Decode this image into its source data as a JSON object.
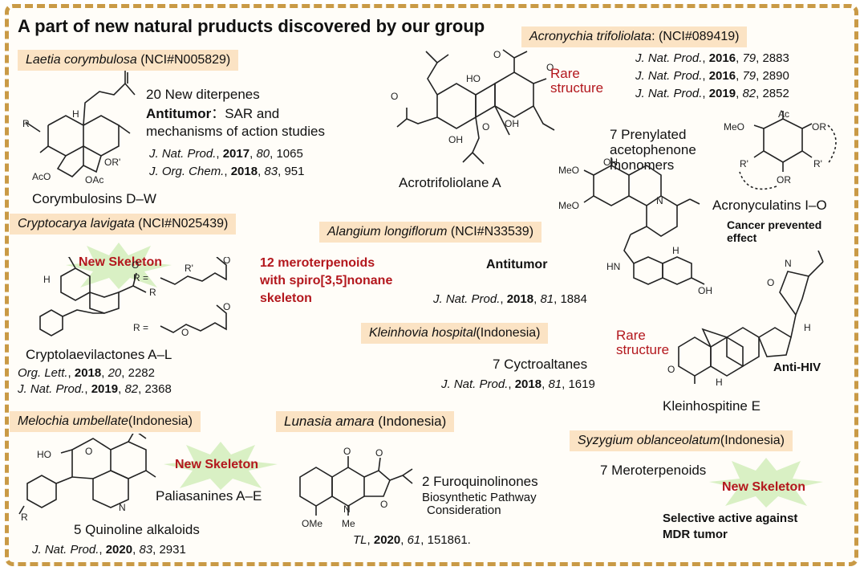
{
  "title": "A part of new natural pruducts discovered by our group",
  "sections": {
    "laetia": {
      "species": "Laetia corymbulosa",
      "nci": "(NCI#N005829)",
      "desc1": "20 New diterpenes",
      "antitumor": "Antitumor",
      "desc2": "：SAR and",
      "desc3": "mechanisms of action studies",
      "ref1": {
        "journal": "J. Nat. Prod.",
        "year": "2017",
        "vol": "80",
        "page": "1065"
      },
      "ref2": {
        "journal": "J. Org. Chem.",
        "year": "2018",
        "vol": "83",
        "page": "951"
      },
      "compound": "Corymbulosins D–W"
    },
    "acronychia": {
      "species": "Acronychia trifoliolata",
      "nci": ": (NCI#089419)",
      "rare": "Rare",
      "structure": "structure",
      "compound": "Acrotrifoliolane A",
      "ref1": {
        "journal": "J. Nat. Prod.",
        "year": "2016",
        "vol": "79",
        "page": "2883"
      },
      "ref2": {
        "journal": "J. Nat. Prod.",
        "year": "2016",
        "vol": "79",
        "page": "2890"
      },
      "ref3": {
        "journal": "J. Nat. Prod.",
        "year": "2019",
        "vol": "82",
        "page": "2852"
      },
      "monomers1": "7 Prenylated",
      "monomers2": "acetophenone",
      "monomers3": "monomers",
      "compound2": "Acronyculatins I–O",
      "effect1": "Cancer prevented",
      "effect2": "effect"
    },
    "cryptocarya": {
      "species": "Cryptocarya lavigata",
      "nci": "(NCI#N025439)",
      "new_skeleton": "New Skeleton",
      "desc1": "12 meroterpenoids",
      "desc2": "with spiro[3,5]nonane",
      "desc3": "skeleton",
      "compound": "Cryptolaevilactones A–L",
      "ref1": {
        "journal": "Org. Lett.",
        "year": "2018",
        "vol": "20",
        "page": "2282"
      },
      "ref2": {
        "journal": "J. Nat. Prod.",
        "year": "2019",
        "vol": "82",
        "page": "2368"
      }
    },
    "alangium": {
      "species": "Alangium longiflorum",
      "nci": "(NCI#N33539)",
      "antitumor": "Antitumor",
      "ref1": {
        "journal": "J. Nat. Prod.",
        "year": "2018",
        "vol": "81",
        "page": "1884"
      }
    },
    "kleinhovia": {
      "species": "Kleinhovia hospital",
      "region": "(Indonesia)",
      "desc": "7 Cyctroaltanes",
      "ref1": {
        "journal": "J. Nat. Prod.",
        "year": "2018",
        "vol": "81",
        "page": "1619"
      },
      "rare": "Rare",
      "structure": "structure",
      "activity": "Anti-HIV",
      "compound": "Kleinhospitine E"
    },
    "melochia": {
      "species": "Melochia umbellate",
      "region": "(Indonesia)",
      "new_skeleton": "New Skeleton",
      "compound": "Paliasanines A–E",
      "desc": "5 Quinoline alkaloids",
      "ref1": {
        "journal": "J. Nat. Prod.",
        "year": "2020",
        "vol": "83",
        "page": "2931"
      }
    },
    "lunasia": {
      "species": "Lunasia amara",
      "region": "(Indonesia)",
      "desc1": "2 Furoquinolinones",
      "desc2": "Biosynthetic Pathway",
      "desc3": "Consideration",
      "ref1": {
        "journal": "TL",
        "year": "2020",
        "vol": "61",
        "page": "151861."
      }
    },
    "syzygium": {
      "species": "Syzygium oblanceolatum",
      "region": "(Indonesia)",
      "desc": "7 Meroterpenoids",
      "new_skeleton": "New Skeleton",
      "activity1": "Selective active against",
      "activity2": "MDR tumor"
    }
  },
  "atoms": {
    "R": "R",
    "AcO": "AcO",
    "OAc": "OAc",
    "OR1": "OR'",
    "H": "H",
    "HO": "HO",
    "OH": "OH",
    "O": "O",
    "MeO": "MeO",
    "Ac": "Ac",
    "OR": "OR",
    "R1": "R'",
    "N": "N",
    "NH": "H",
    "HN": "HN",
    "OMe": "OMe",
    "Me": "Me",
    "R_eq": "R ="
  },
  "colors": {
    "accent": "#b3171d",
    "tag_bg": "#fbe3c4",
    "frame": "#c99a46",
    "burst": "#d9f0c4"
  }
}
